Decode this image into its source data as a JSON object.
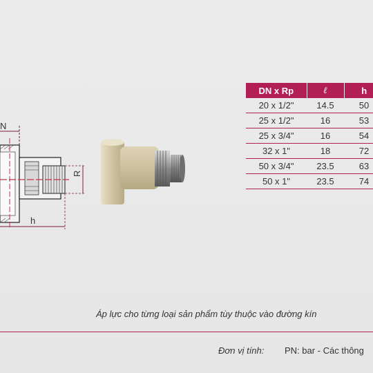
{
  "drawing": {
    "dn_label": "N",
    "r_label": "R",
    "h_label": "h"
  },
  "table": {
    "headers": [
      "DN x Rp",
      "ℓ",
      "h"
    ],
    "rows": [
      [
        "20 x 1/2\"",
        "14.5",
        "50"
      ],
      [
        "25 x 1/2\"",
        "16",
        "53"
      ],
      [
        "25 x 3/4\"",
        "16",
        "54"
      ],
      [
        "32 x 1\"",
        "18",
        "72"
      ],
      [
        "50 x 3/4\"",
        "23.5",
        "63"
      ],
      [
        "50 x 1\"",
        "23.5",
        "74"
      ]
    ]
  },
  "footer": {
    "note": "Áp lực cho từng loại sản phẩm tùy thuộc vào đường kín",
    "unit_label": "Đơn vị tính:",
    "unit_value": "PN: bar - Các thông"
  },
  "colors": {
    "accent": "#b21f54",
    "background": "#e9e9e9"
  }
}
